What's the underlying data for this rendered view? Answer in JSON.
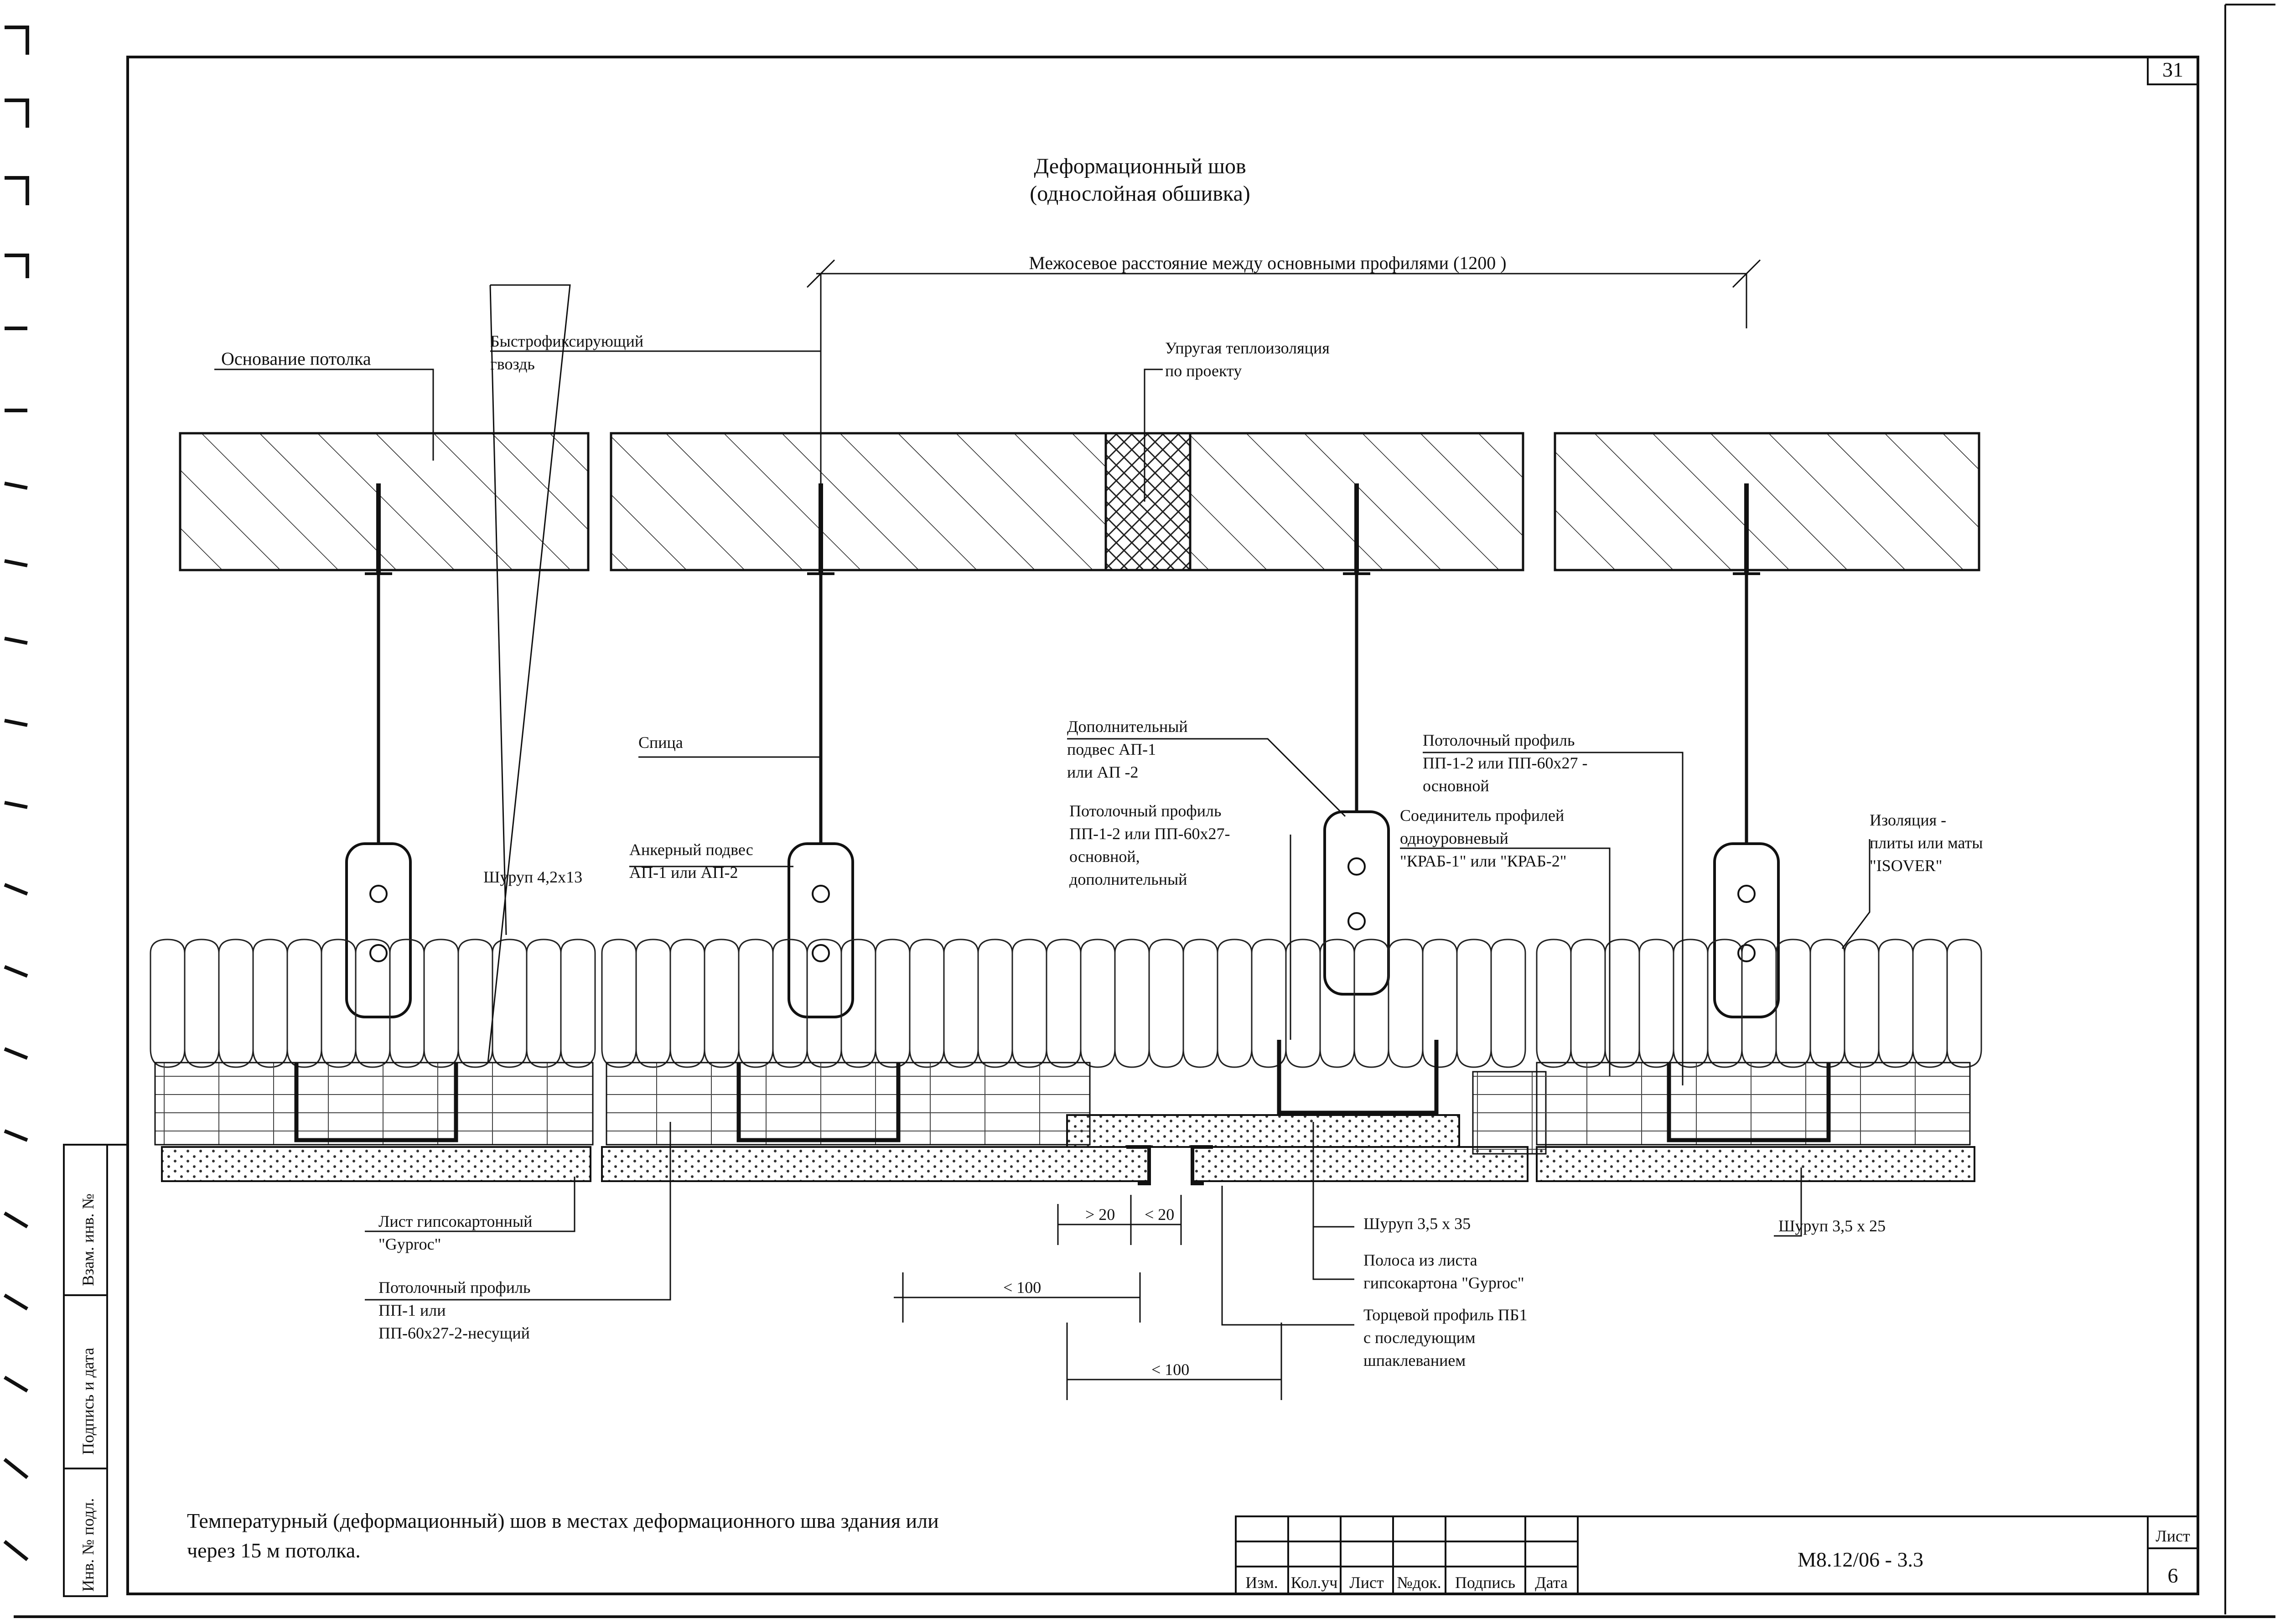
{
  "title": {
    "line1": "Деформационный шов",
    "line2": "(однослойная обшивка)"
  },
  "sheet_top_number": "31",
  "dimension_top": "Межосевое расстояние между основными профилями (1200 )",
  "labels": {
    "ceiling_base": "Основание потолка",
    "nail_line1": "Быстрофиксирующий",
    "nail_line2": "гвоздь",
    "thermal_line1": "Упругая теплоизоляция",
    "thermal_line2": "по проекту",
    "rod": "Спица",
    "extra_hanger_line1": "Дополнительный",
    "extra_hanger_line2": "подвес АП-1",
    "extra_hanger_line3": "или АП -2",
    "main_profile_line1": "Потолочный профиль",
    "main_profile_line2": "ПП-1-2 или ПП-60х27 -",
    "main_profile_line3": "основной",
    "screw_4": "Шуруп 4,2х13",
    "anchor_line1": "Анкерный подвес",
    "anchor_line2": "АП-1 или АП-2",
    "add_profile_line1": "Потолочный профиль",
    "add_profile_line2": "ПП-1-2 или ПП-60х27-",
    "add_profile_line3": "основной,",
    "add_profile_line4": "дополнительный",
    "connector_line1": "Соединитель профилей",
    "connector_line2": "одноуровневый",
    "connector_line3": "\"КРАБ-1\" или \"КРАБ-2\"",
    "insulation_line1": "Изоляция -",
    "insulation_line2": "плиты или маты",
    "insulation_line3": "\"ISOVER\"",
    "gypsum_line1": "Лист гипсокартонный",
    "gypsum_line2": "\"Gyproc\"",
    "bearing_line1": "Потолочный профиль",
    "bearing_line2": "ПП-1 или",
    "bearing_line3": "ПП-60х27-2-несущий",
    "dim_gt20": "> 20",
    "dim_le20": "< 20",
    "dim_le100_a": "< 100",
    "dim_le100_b": "< 100",
    "screw_35x35": "Шуруп 3,5 х 35",
    "strip_line1": "Полоса из листа",
    "strip_line2": "гипсокартона \"Gyproc\"",
    "edge_line1": "Торцевой профиль ПБ1",
    "edge_line2": "с последующим",
    "edge_line3": "шпаклеванием",
    "screw_35x25": "Шуруп 3,5 х 25"
  },
  "caption": {
    "line1": "Температурный (деформационный) шов  в местах  деформационного шва здания или",
    "line2": "через 15 м потолка."
  },
  "side_stamp": {
    "inv_replace": "Взам. инв. №",
    "sign_date": "Подпись и дата",
    "inv_orig": "Инв. № подл."
  },
  "title_block": {
    "headers": [
      "Изм.",
      "Кол.уч",
      "Лист",
      "№док.",
      "Подпись",
      "Дата"
    ],
    "code": "М8.12/06 - 3.3",
    "sheet_label": "Лист",
    "sheet_number": "6"
  }
}
